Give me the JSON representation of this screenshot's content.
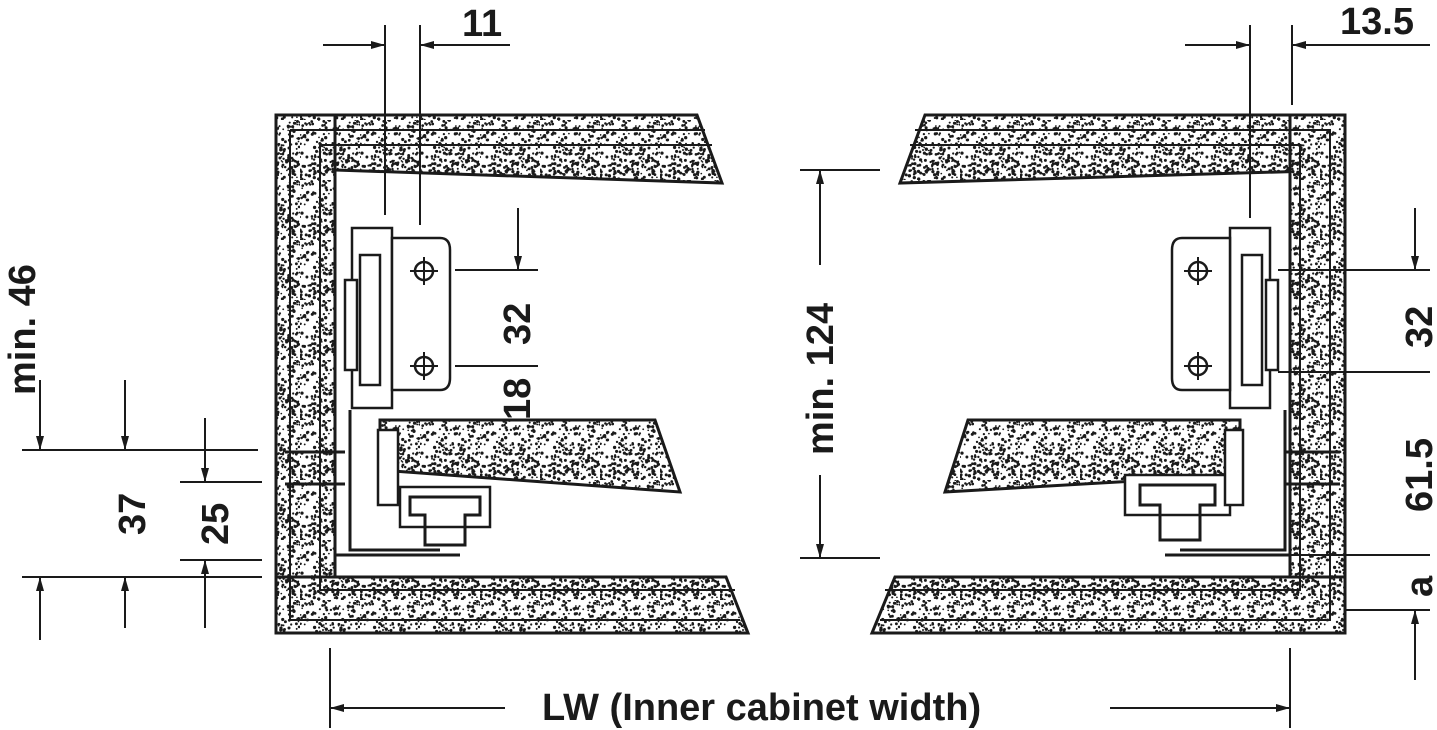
{
  "title": "Drawer runner installation dimensions",
  "labels": {
    "dim_top_left": "11",
    "dim_top_right": "13.5",
    "dim_min46": "min. 46",
    "dim_37": "37",
    "dim_25": "25",
    "dim_32_left": "32",
    "dim_18": "18",
    "dim_min124": "min. 124",
    "dim_32_right": "32",
    "dim_61_5": "61.5",
    "dim_a": "a",
    "dim_lw": "LW (Inner cabinet width)"
  },
  "colors": {
    "ink": "#1a1a1a",
    "background": "#ffffff"
  }
}
